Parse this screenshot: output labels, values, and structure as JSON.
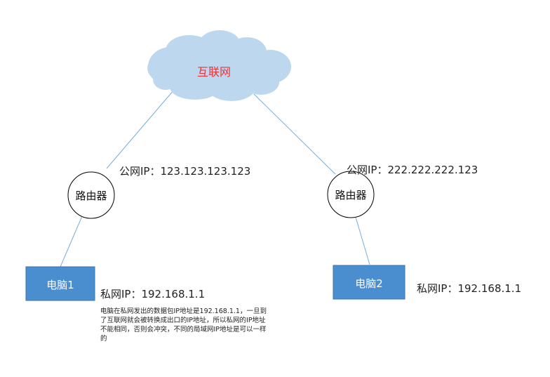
{
  "colors": {
    "cloud_fill": "#bdd7ee",
    "cloud_text": "#e8343c",
    "link_line": "#7aaed8",
    "computer_fill": "#4a8ed0",
    "computer_border": "#3a75ad",
    "computer_text": "#ffffff",
    "router_border": "#000000"
  },
  "internet": {
    "label": "互联网"
  },
  "router_left": {
    "label": "路由器",
    "public_ip": "公网IP：123.123.123.123"
  },
  "router_right": {
    "label": "路由器",
    "public_ip": "公网IP：222.222.222.123"
  },
  "computer_left": {
    "label": "电脑1",
    "private_ip": "私网IP：192.168.1.1"
  },
  "computer_right": {
    "label": "电脑2",
    "private_ip": "私网IP：192.168.1.1"
  },
  "note": "电脑在私网发出的数据包IP地址是192.168.1.1，一旦到了互联网就会被转换成出口的IP地址，所以私网的IP地址不能相同，否则会冲突，不同的局域网IP地址是可以一样的"
}
